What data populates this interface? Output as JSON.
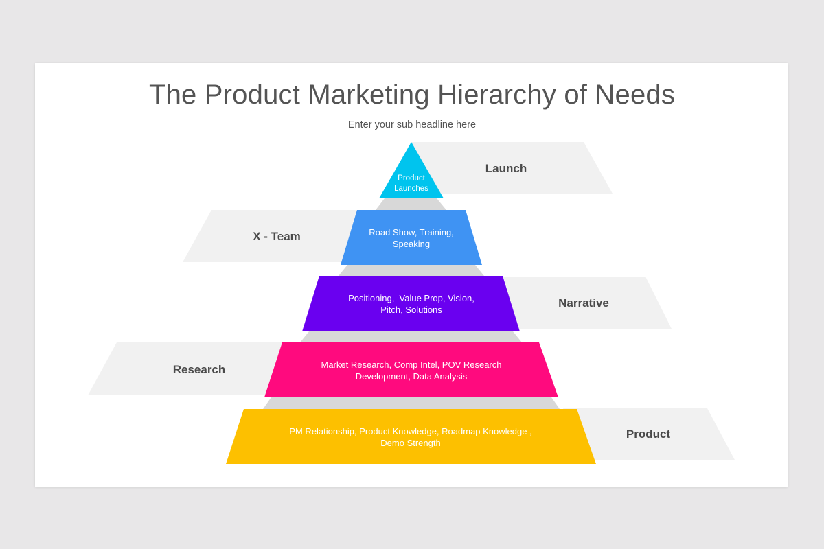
{
  "slide": {
    "title": "The Product Marketing Hierarchy of Needs",
    "subtitle": "Enter your sub headline here"
  },
  "colors": {
    "level1": "#00c4ee",
    "level2": "#3f93f3",
    "level3": "#6a00f0",
    "level4": "#ff0a7e",
    "level5": "#fdc000",
    "gap": "#d8d8d8",
    "band": "#f1f1f1",
    "label_text": "#4a4a4a",
    "title_text": "#545454"
  },
  "pyramid": {
    "levels": [
      {
        "side_label": "Launch",
        "side": "right",
        "lines": [
          "Product",
          "Launches"
        ]
      },
      {
        "side_label": "X - Team",
        "side": "left",
        "lines": [
          "Road Show, Training,",
          "Speaking"
        ]
      },
      {
        "side_label": "Narrative",
        "side": "right",
        "lines": [
          "Positioning,  Value Prop, Vision,",
          "Pitch, Solutions"
        ]
      },
      {
        "side_label": "Research",
        "side": "left",
        "lines": [
          "Market Research, Comp Intel, POV Research",
          "Development, Data Analysis"
        ]
      },
      {
        "side_label": "Product",
        "side": "right",
        "lines": [
          "PM Relationship, Product Knowledge, Roadmap Knowledge ,",
          "Demo Strength"
        ]
      }
    ]
  }
}
